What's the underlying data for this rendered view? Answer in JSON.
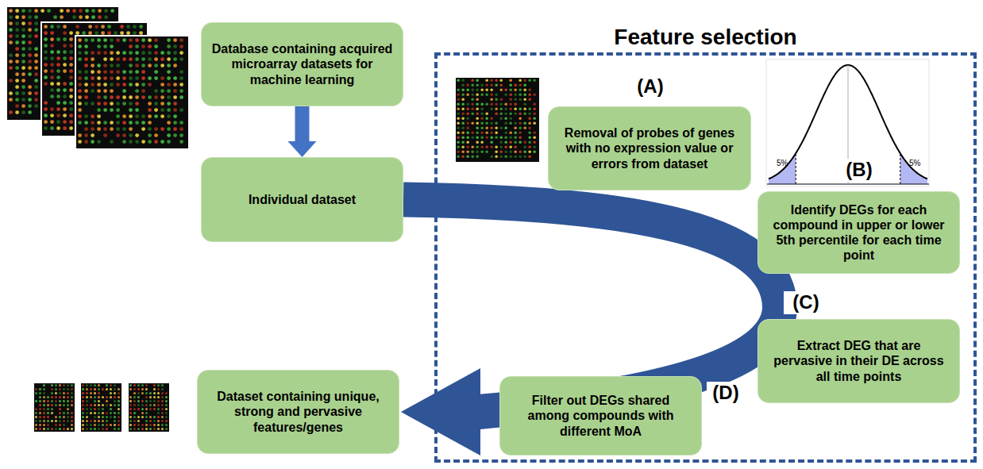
{
  "diagram": {
    "nodes": [
      {
        "text": [
          "Database containing acquired microarray datasets for machine learning"
        ]
      },
      {
        "text": [
          "Individual dataset"
        ]
      },
      {
        "text": [
          "Feature selection"
        ]
      },
      {
        "text": [
          "(A)",
          "Removal of probes of genes with no expression value or errors from dataset"
        ],
        "in": 2
      },
      {
        "text": [
          "(B)",
          "Identify DEGs for each compound in upper or lower 5th percentile for each time point"
        ],
        "in": 2
      },
      {
        "text": [
          "(C)",
          "Extract DEG that are pervasive in their DE across all time points"
        ],
        "in": 2
      },
      {
        "text": [
          "(D)",
          "Filter out DEGs shared among compounds with different MoA"
        ],
        "in": 2
      },
      {
        "text": [
          "Dataset containing unique, strong and pervasive features/genes"
        ]
      }
    ],
    "edges": [
      {
        "from": 0,
        "to": 1,
        "arrow": "to"
      },
      {
        "from": 1,
        "to": 7,
        "arrow": "to"
      }
    ],
    "labels": [
      "5%",
      "5%"
    ]
  }
}
